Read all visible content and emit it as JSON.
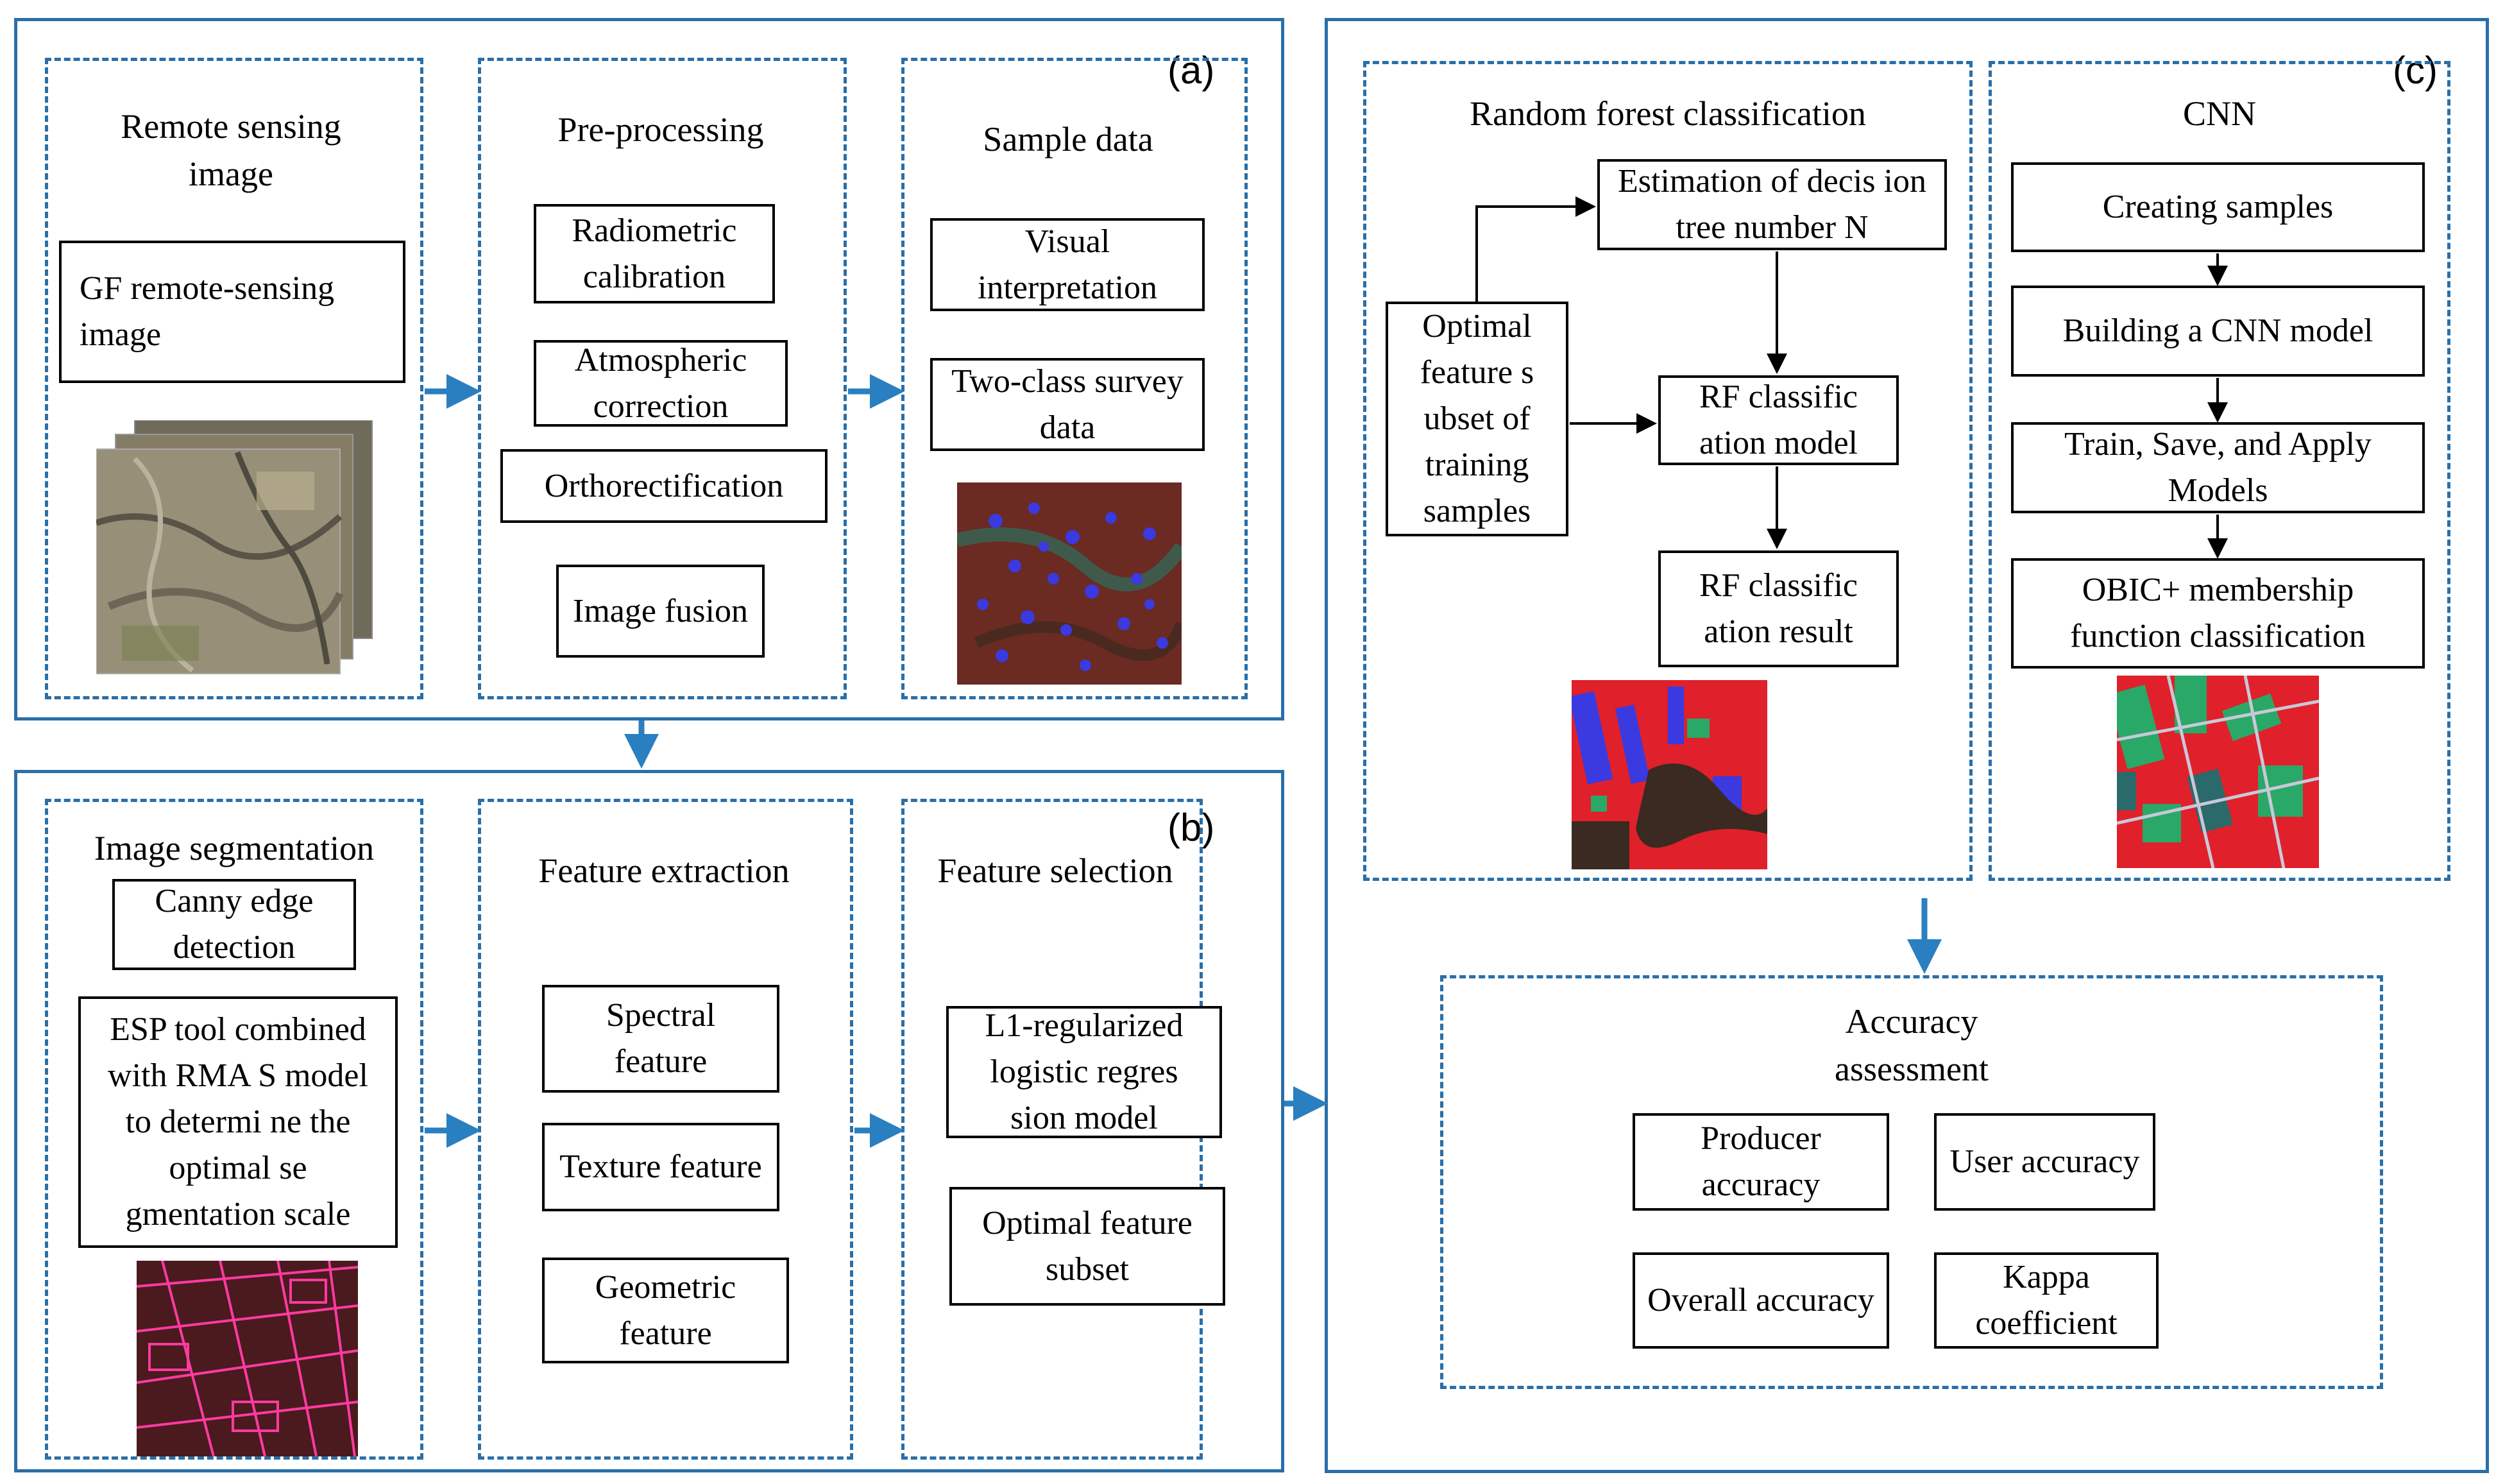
{
  "panel_a": {
    "letter": "(a)",
    "remote_sensing": {
      "title": "Remote sensing image",
      "box": "GF remote-sensing image"
    },
    "preprocessing": {
      "title": "Pre-processing",
      "steps": [
        "Radiometric calibration",
        "Atmospheric correction",
        "Orthorectification",
        "Image fusion"
      ]
    },
    "sample_data": {
      "title": "Sample data",
      "items": [
        "Visual interpretation",
        "Two-class survey data"
      ]
    }
  },
  "panel_b": {
    "letter": "(b)",
    "segmentation": {
      "title": "Image segmentation",
      "items": [
        "Canny edge detection",
        "ESP tool combined with RMA S model to determi ne the optimal se gmentation scale"
      ]
    },
    "extraction": {
      "title": "Feature extraction",
      "items": [
        "Spectral feature",
        "Texture feature",
        "Geometric feature"
      ]
    },
    "selection": {
      "title": "Feature selection",
      "items": [
        "L1-regularized logistic regres sion model",
        "Optimal feature subset"
      ]
    }
  },
  "panel_c": {
    "letter": "(c)",
    "rf": {
      "title": "Random forest classification",
      "estimation": "Estimation of decis ion tree number N",
      "optimal": "Optimal feature s ubset of training samples",
      "model": "RF classific ation model",
      "result": "RF classific ation result"
    },
    "cnn": {
      "title": "CNN",
      "steps": [
        "Creating samples",
        "Building a CNN model",
        "Train, Save, and Apply Models",
        "OBIC+ membership function classification"
      ]
    },
    "accuracy": {
      "title": "Accuracy assessment",
      "items": [
        "Producer accuracy",
        "User accuracy",
        "Overall accuracy",
        "Kappa coefficient"
      ]
    }
  },
  "colors": {
    "frame": "#2a6fa8",
    "arrow": "#2a7fc0",
    "class_red": "#e0202a",
    "class_green": "#2aa868",
    "class_blue": "#3a3ae0"
  }
}
